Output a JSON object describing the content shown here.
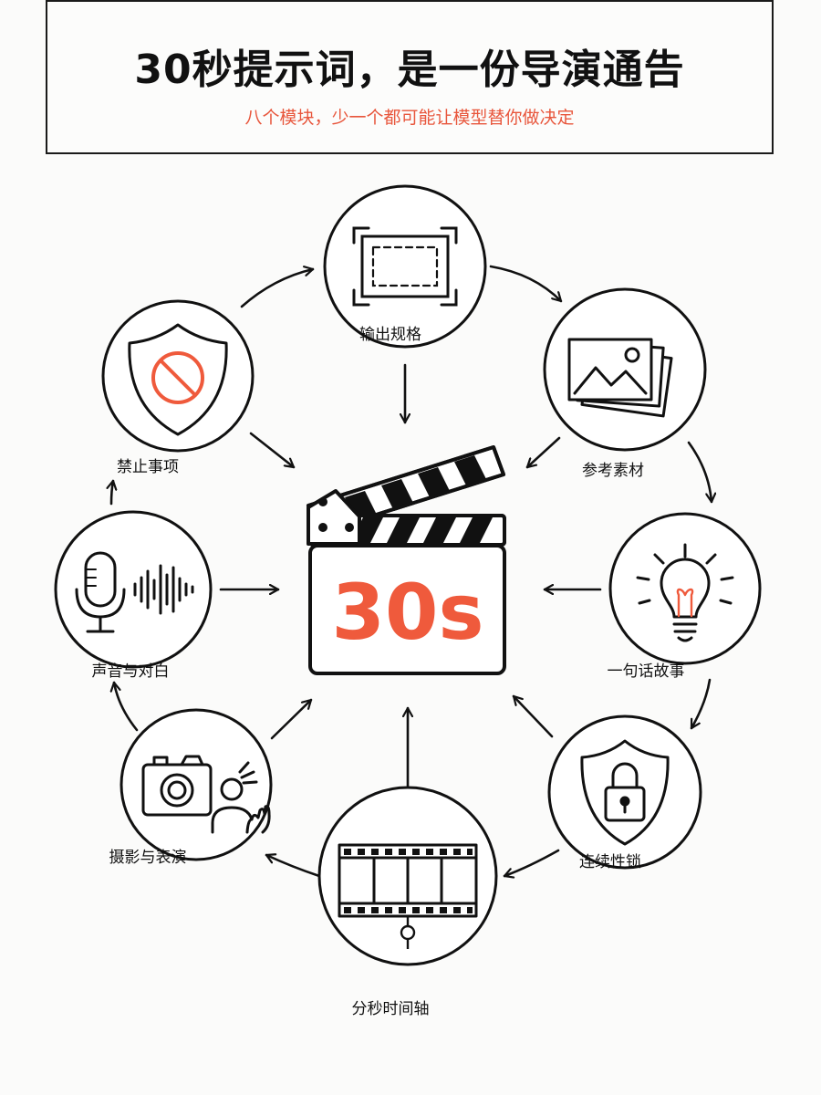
{
  "header": {
    "title": "30秒提示词，是一份导演通告",
    "subtitle": "八个模块，少一个都可能让模型替你做决定"
  },
  "center": {
    "label": "30s"
  },
  "modules": [
    {
      "id": "output-spec",
      "label": "输出规格",
      "icon": "frame-crop-icon"
    },
    {
      "id": "reference",
      "label": "参考素材",
      "icon": "image-stack-icon"
    },
    {
      "id": "one-line-story",
      "label": "一句话故事",
      "icon": "lightbulb-icon"
    },
    {
      "id": "continuity-lock",
      "label": "连续性锁",
      "icon": "shield-lock-icon"
    },
    {
      "id": "timeline",
      "label": "分秒时间轴",
      "icon": "film-strip-icon"
    },
    {
      "id": "camera-performance",
      "label": "摄影与表演",
      "icon": "camera-actor-icon"
    },
    {
      "id": "sound-dialogue",
      "label": "声音与对白",
      "icon": "microphone-waveform-icon"
    },
    {
      "id": "forbidden",
      "label": "禁止事项",
      "icon": "shield-prohibited-icon"
    }
  ],
  "colors": {
    "accent": "#ef5a3c",
    "ink": "#111111"
  }
}
